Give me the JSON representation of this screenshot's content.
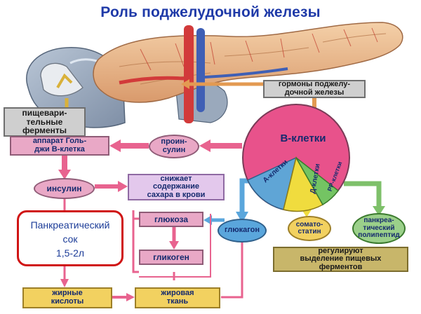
{
  "title": "Роль поджелудочной железы",
  "labels": {
    "digestive_enzymes": "пищевари-\nтельные\nферменты",
    "hormones": "гормоны поджелу-\nдочной железы",
    "golgi": "аппарат Голь-\nджи В-клетка",
    "proinsulin": "проин-\nсулин",
    "b_cells": "В-клетки",
    "a_cells": "А-клетки",
    "d_cells": "Д-клетки",
    "pp_cells": "РР-клетки",
    "insulin": "инсулин",
    "lowers_sugar": "снижает\nсодержание\nсахара в крови",
    "glucose": "глюкоза",
    "glycogen": "гликоген",
    "glucagon": "глюкагон",
    "somatostatin": "сомато-\nстатин",
    "polypeptide": "панкреа-\nтический\nполипептид",
    "regulate": "регулируют\nвыделение пищевых\nферментов",
    "fatty_acids": "жирные\nкислоты",
    "fat_tissue": "жировая\nткань"
  },
  "callout": {
    "line1": "Панкреатический",
    "line2": "сок",
    "line3": "1,5-2л"
  },
  "colors": {
    "title": "#1f3aa8",
    "arrow_pink": "#e8638f",
    "arrow_orange": "#e39a52",
    "arrow_blue": "#5aa6dc",
    "arrow_green": "#7ec06a",
    "b_cells": "#e8528b",
    "a_cells": "#5fa5d6",
    "d_cells": "#f0dc3e",
    "pp_cells": "#74c463",
    "callout_border": "#d01515"
  }
}
